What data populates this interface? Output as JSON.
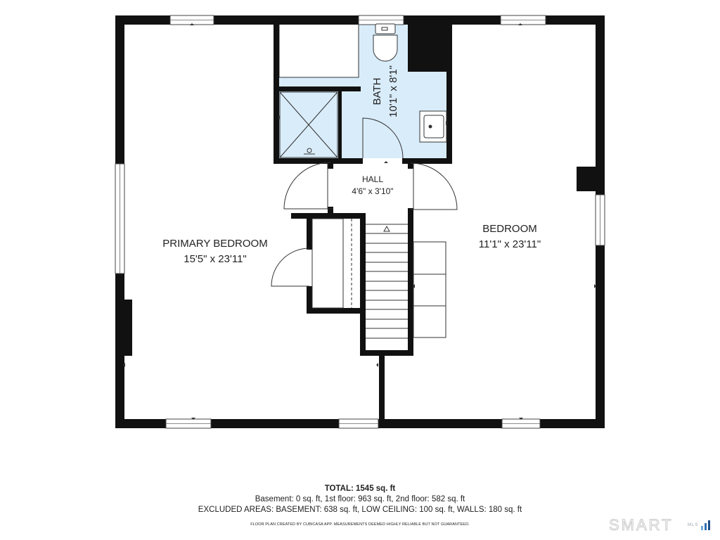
{
  "rooms": {
    "primary_bedroom": {
      "name": "PRIMARY BEDROOM",
      "dims": "15'5\" x 23'11\""
    },
    "bath": {
      "name": "BATH",
      "dims": "10'1\" x 8'1\""
    },
    "hall": {
      "name": "HALL",
      "dims": "4'6\" x 3'10\""
    },
    "bedroom": {
      "name": "BEDROOM",
      "dims": "11'1\" x 23'11\""
    }
  },
  "footer": {
    "total": "TOTAL: 1545 sq. ft",
    "floors": "Basement: 0 sq. ft, 1st floor: 963 sq. ft, 2nd floor: 582 sq. ft",
    "excluded": "EXCLUDED AREAS: BASEMENT: 638 sq. ft, LOW CEILING: 100 sq. ft, WALLS: 180 sq. ft",
    "disclaimer": "FLOOR PLAN CREATED BY CUBICASA APP. MEASUREMENTS DEEMED HIGHLY RELIABLE BUT NOT GUARANTEED."
  },
  "logo": {
    "brand": "SMART",
    "suffix": "MLS"
  },
  "colors": {
    "wall": "#111111",
    "bath_fill": "#d9ecfa",
    "text": "#222222"
  }
}
